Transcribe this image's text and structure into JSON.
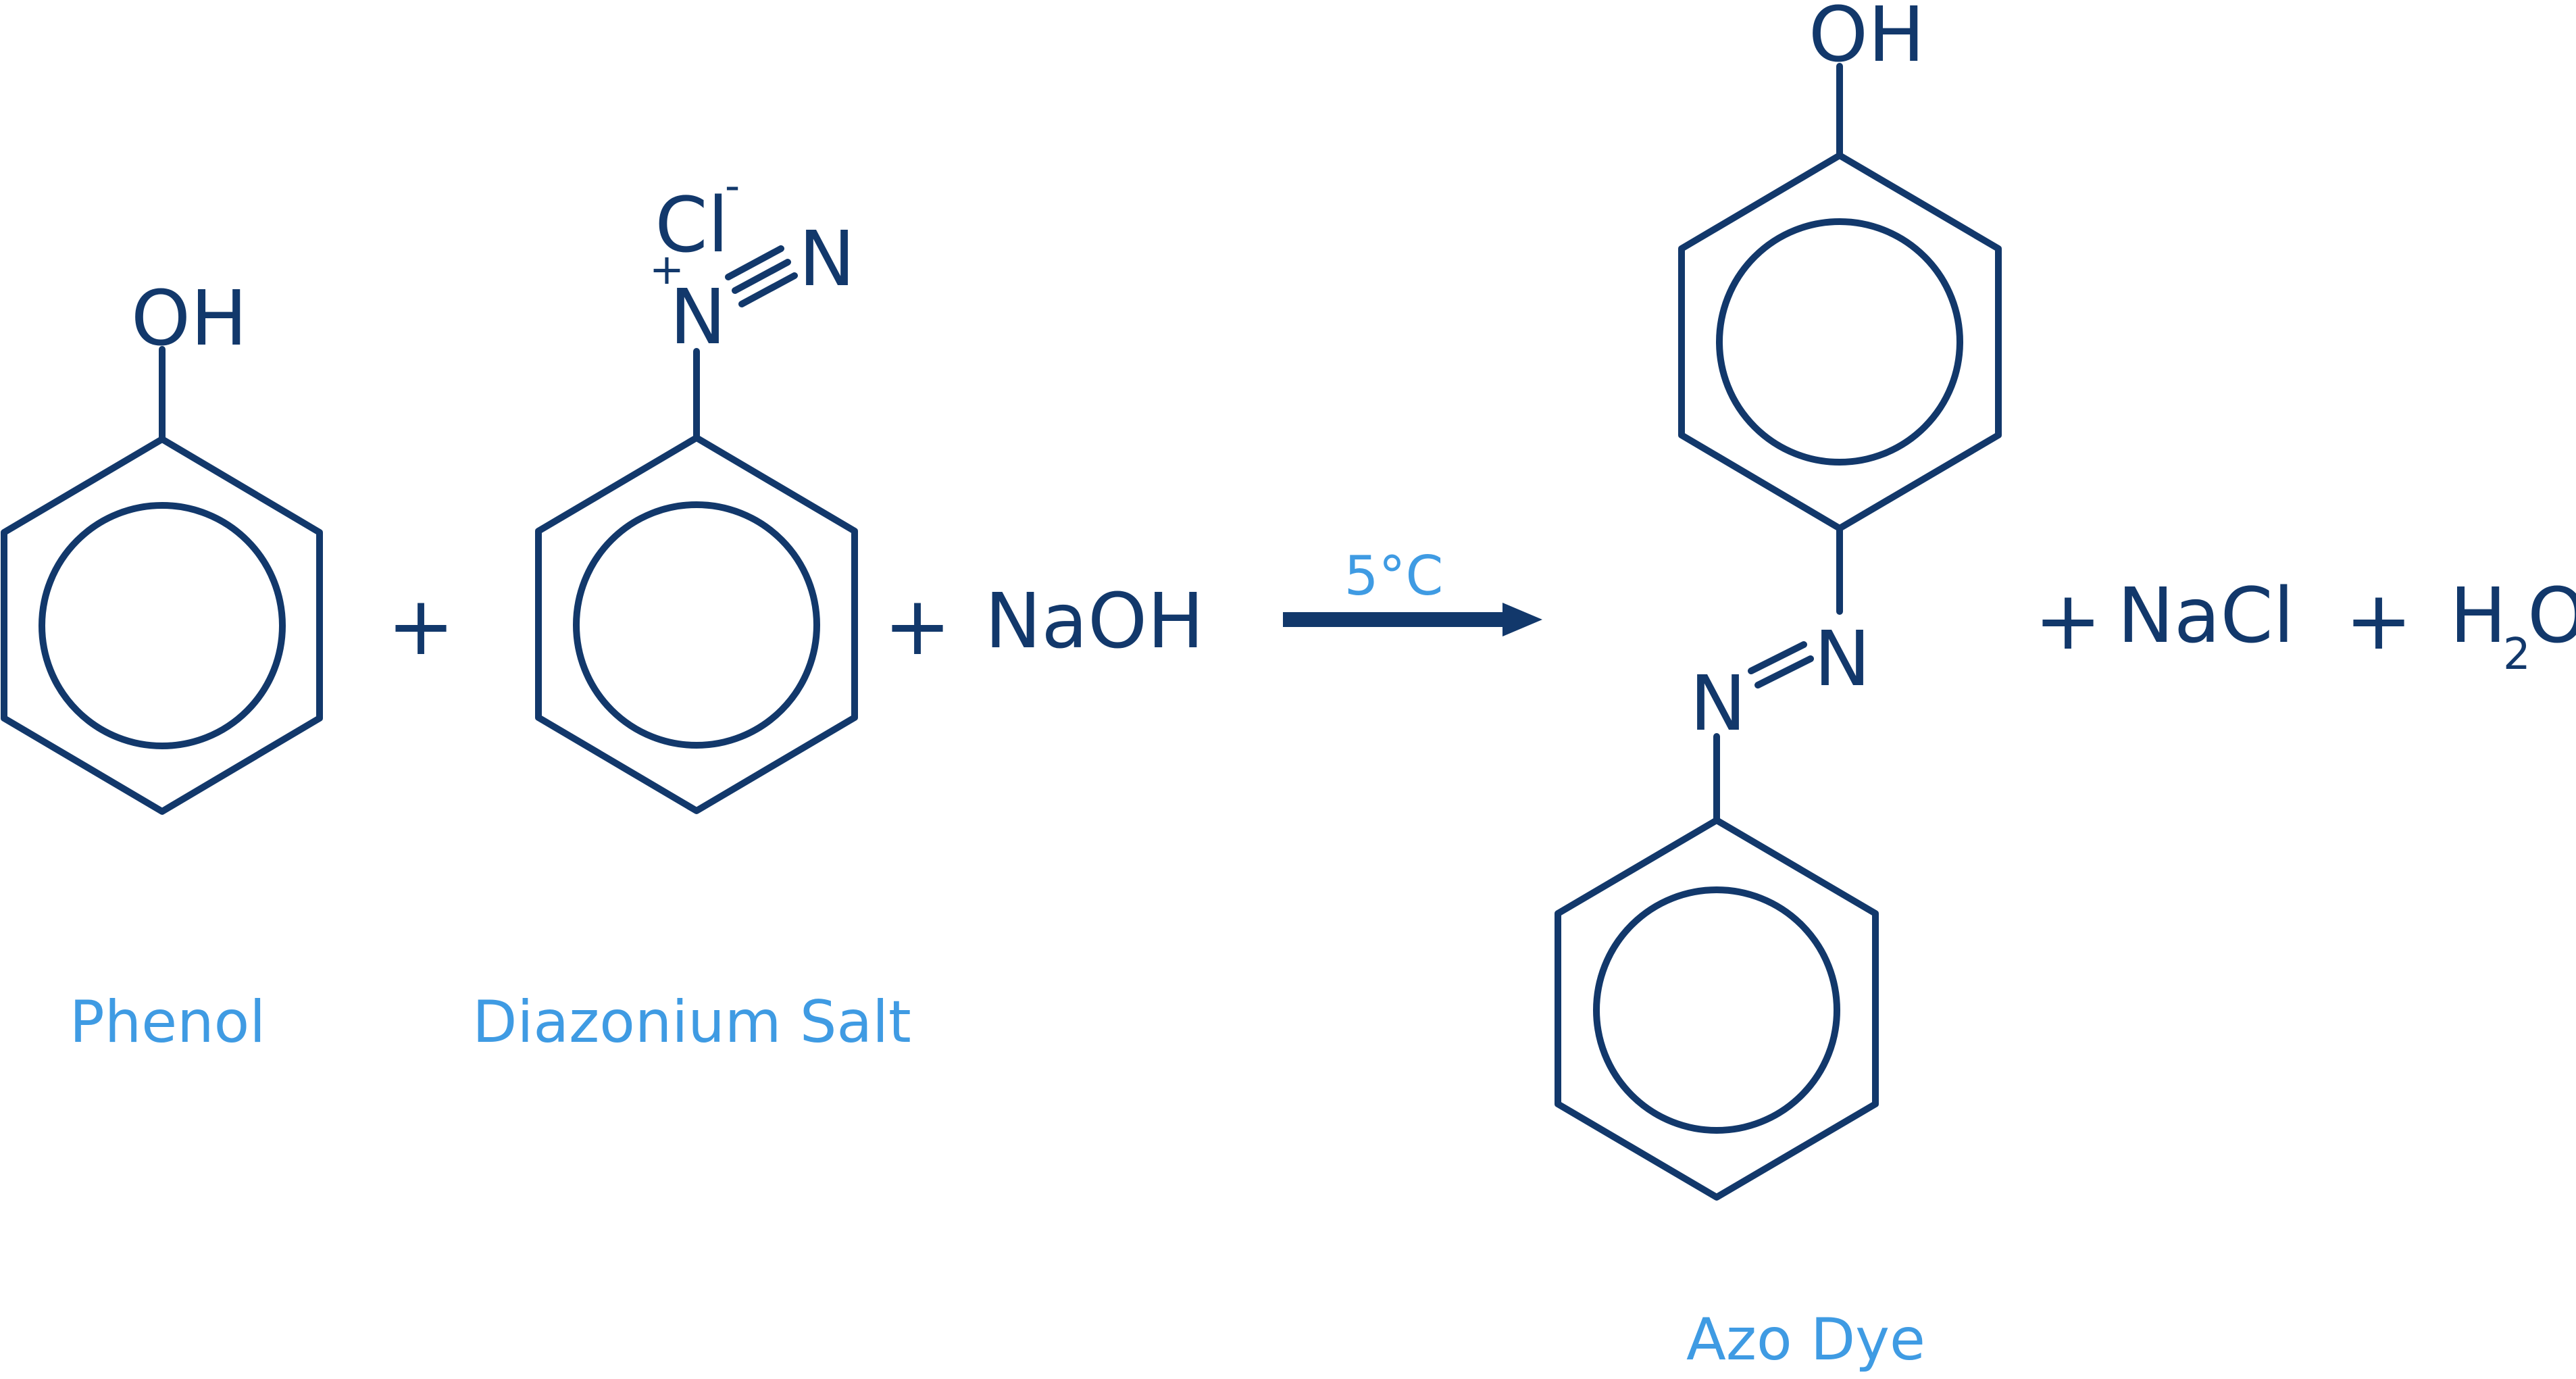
{
  "colors": {
    "structure": "#12386b",
    "label": "#3f9be3",
    "background": "#ffffff"
  },
  "reactants": {
    "phenol": {
      "substituent": "OH",
      "name": "Phenol"
    },
    "diazonium": {
      "counter_ion": "Cl",
      "counter_ion_charge": "-",
      "cation_charge": "+",
      "nitrogen_1": "N",
      "nitrogen_2": "N",
      "name": "Diazonium Salt"
    },
    "base": {
      "formula": "NaOH"
    }
  },
  "operators": {
    "plus": "+"
  },
  "arrow": {
    "condition": "5°C"
  },
  "product": {
    "substituent": "OH",
    "nitrogen_1": "N",
    "nitrogen_2": "N",
    "name": "Azo Dye"
  },
  "byproducts": {
    "salt": "NaCl",
    "water_h": "H",
    "water_subscript": "2",
    "water_o": "O"
  }
}
